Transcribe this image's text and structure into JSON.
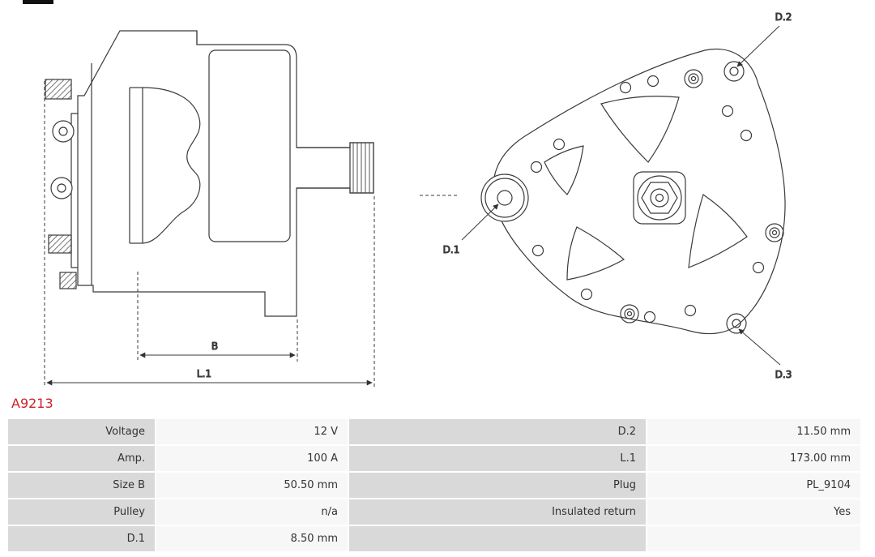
{
  "part_number": "A9213",
  "colors": {
    "accent_red": "#cc2229",
    "label_cell_bg": "#d9d9d9",
    "value_cell_bg": "#f7f7f7",
    "line_color": "#3a3a3a"
  },
  "diagram": {
    "labels": {
      "b": "B",
      "l1": "L.1",
      "d1": "D.1",
      "d2": "D.2",
      "d3": "D.3"
    }
  },
  "table": {
    "rows": [
      {
        "l1": "Voltage",
        "v1": "12 V",
        "l2": "D.2",
        "v2": "11.50 mm"
      },
      {
        "l1": "Amp.",
        "v1": "100 A",
        "l2": "L.1",
        "v2": "173.00 mm"
      },
      {
        "l1": "Size B",
        "v1": "50.50 mm",
        "l2": "Plug",
        "v2": "PL_9104"
      },
      {
        "l1": "Pulley",
        "v1": "n/a",
        "l2": "Insulated return",
        "v2": "Yes"
      },
      {
        "l1": "D.1",
        "v1": "8.50 mm",
        "l2": "",
        "v2": ""
      }
    ]
  }
}
